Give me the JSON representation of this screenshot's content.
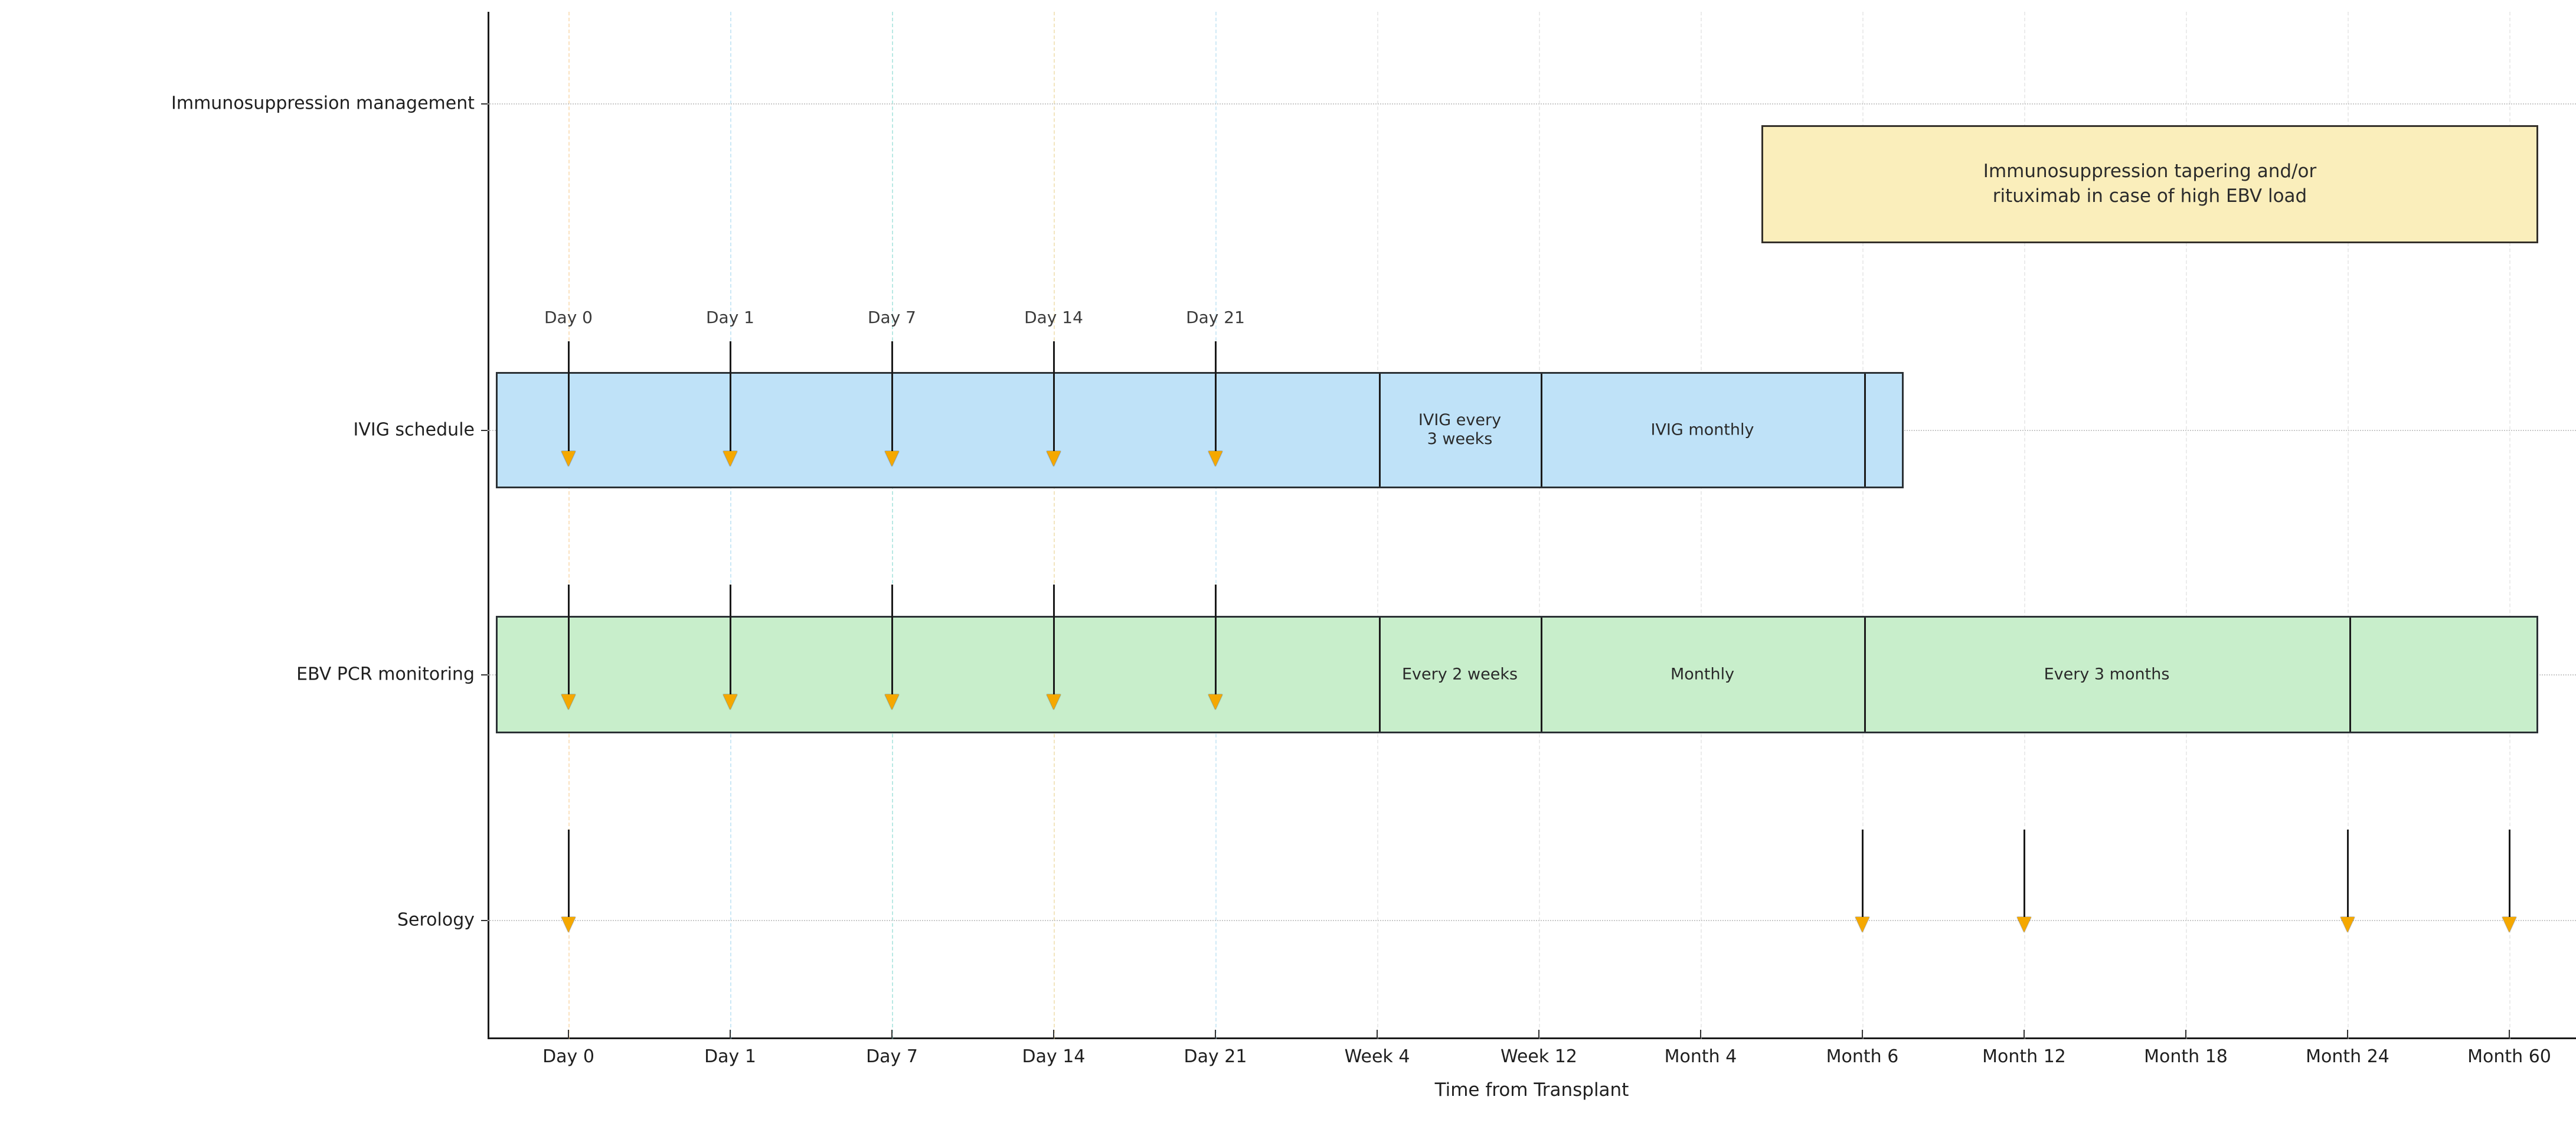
{
  "chart_data": {
    "type": "timeline",
    "title": "",
    "xlabel": "Time from Transplant",
    "ylabel": "",
    "grid": true,
    "legend": "none",
    "x_tick_labels": [
      "Day 0",
      "Day 1",
      "Day 7",
      "Day 14",
      "Day 21",
      "Week 4",
      "Week 12",
      "Month 4",
      "Month 6",
      "Month 12",
      "Month 18",
      "Month 24",
      "Month 60"
    ],
    "x_tick_index": [
      0,
      1,
      2,
      3,
      4,
      5,
      6,
      7,
      8,
      9,
      10,
      11,
      12
    ],
    "rows": [
      {
        "label": "Immunosuppression management",
        "index": 0
      },
      {
        "label": "IVIG schedule",
        "index": 1
      },
      {
        "label": "EBV PCR monitoring",
        "index": 2
      },
      {
        "label": "Serology",
        "index": 3
      }
    ],
    "tracks": [
      {
        "row": "Immunosuppression management",
        "color": "#faeebb",
        "segments": [
          {
            "label": "Immunosuppression tapering and/or\nrituximab in case of high EBV load",
            "start": "Month 4",
            "end": "Month 60"
          }
        ]
      },
      {
        "row": "IVIG schedule",
        "color": "#bfe2f8",
        "segments": [
          {
            "label": "",
            "start": "Day 0",
            "end": "Week 4"
          },
          {
            "label": "IVIG every\n3 weeks",
            "start": "Week 4",
            "end": "Week 12"
          },
          {
            "label": "IVIG monthly",
            "start": "Week 12",
            "end": "Month 6"
          },
          {
            "label": "",
            "start": "Month 6",
            "end": "Month 6+"
          }
        ]
      },
      {
        "row": "EBV PCR monitoring",
        "color": "#c8eecb",
        "segments": [
          {
            "label": "",
            "start": "Day 0",
            "end": "Week 4"
          },
          {
            "label": "Every 2 weeks",
            "start": "Week 4",
            "end": "Week 12"
          },
          {
            "label": "Monthly",
            "start": "Week 12",
            "end": "Month 6"
          },
          {
            "label": "Every 3 months",
            "start": "Month 6",
            "end": "Month 24"
          },
          {
            "label": "",
            "start": "Month 24",
            "end": "Month 60"
          }
        ]
      },
      {
        "row": "Serology",
        "color": "none",
        "segments": []
      }
    ],
    "event_markers": {
      "marker": "down-arrow",
      "marker_color": "#f5a800",
      "ivig_doses": [
        "Day 0",
        "Day 1",
        "Day 7",
        "Day 14",
        "Day 21"
      ],
      "ebv_pcr_events": [
        "Day 0",
        "Day 1",
        "Day 7",
        "Day 14",
        "Day 21"
      ],
      "serology_events": [
        "Day 0",
        "Month 6",
        "Month 12",
        "Month 24",
        "Month 60"
      ]
    },
    "day_callouts": [
      "Day 0",
      "Day 1",
      "Day 7",
      "Day 14",
      "Day 21"
    ],
    "event_line_colors": [
      "#f7c98a",
      "#9fd6ef",
      "#7fd8cd",
      "#e9d08a",
      "#a8d8f0"
    ]
  },
  "axis": {
    "x_title": "Time from Transplant"
  },
  "rows": {
    "r0": "Immunosuppression management",
    "r1": "IVIG schedule",
    "r2": "EBV PCR monitoring",
    "r3": "Serology"
  },
  "ticks": {
    "t0": "Day 0",
    "t1": "Day 1",
    "t2": "Day 7",
    "t3": "Day 14",
    "t4": "Day 21",
    "t5": "Week 4",
    "t6": "Week 12",
    "t7": "Month 4",
    "t8": "Month 6",
    "t9": "Month 12",
    "t10": "Month 18",
    "t11": "Month 24",
    "t12": "Month 60"
  },
  "callouts": {
    "c0": "Day 0",
    "c1": "Day 1",
    "c2": "Day 7",
    "c3": "Day 14",
    "c4": "Day 21"
  },
  "labels": {
    "immuno_box": "Immunosuppression tapering and/or\nrituximab in case of high EBV load",
    "ivig_3weeks": "IVIG every\n3 weeks",
    "ivig_monthly": "IVIG monthly",
    "ebv_2weeks": "Every 2 weeks",
    "ebv_monthly": "Monthly",
    "ebv_3months": "Every 3 months"
  },
  "colors": {
    "ivig_bar": "#bfe2f8",
    "ebv_bar": "#c8eecb",
    "immuno_box": "#faeebb",
    "arrow": "#f5a800",
    "border": "#2b3135"
  }
}
